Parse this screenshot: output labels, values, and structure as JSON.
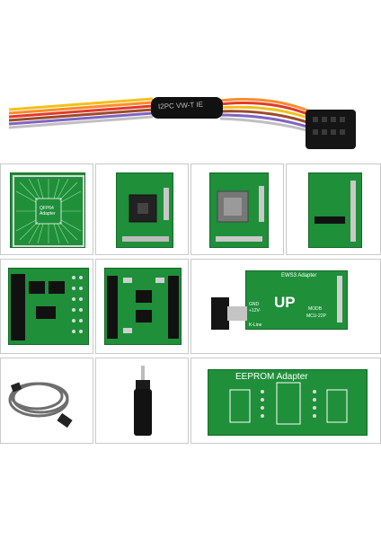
{
  "cable": {
    "sleeve_text": "I2PC VW-T IE"
  },
  "qfp_adapter": {
    "text": "QFP64 Adapter"
  },
  "ews3_adapter": {
    "title": "EWS3 Adapter",
    "up_text": "UP",
    "pin_labels": [
      "GND",
      "+12V-",
      "K-Line"
    ],
    "mode_text": "MODB",
    "mcu_text": "MCU-22P"
  },
  "eeprom_adapter": {
    "title": "EEPROM Adapter"
  },
  "colors": {
    "pcb_green": "#1f8f3a",
    "cell_border": "#c9c9c9"
  }
}
